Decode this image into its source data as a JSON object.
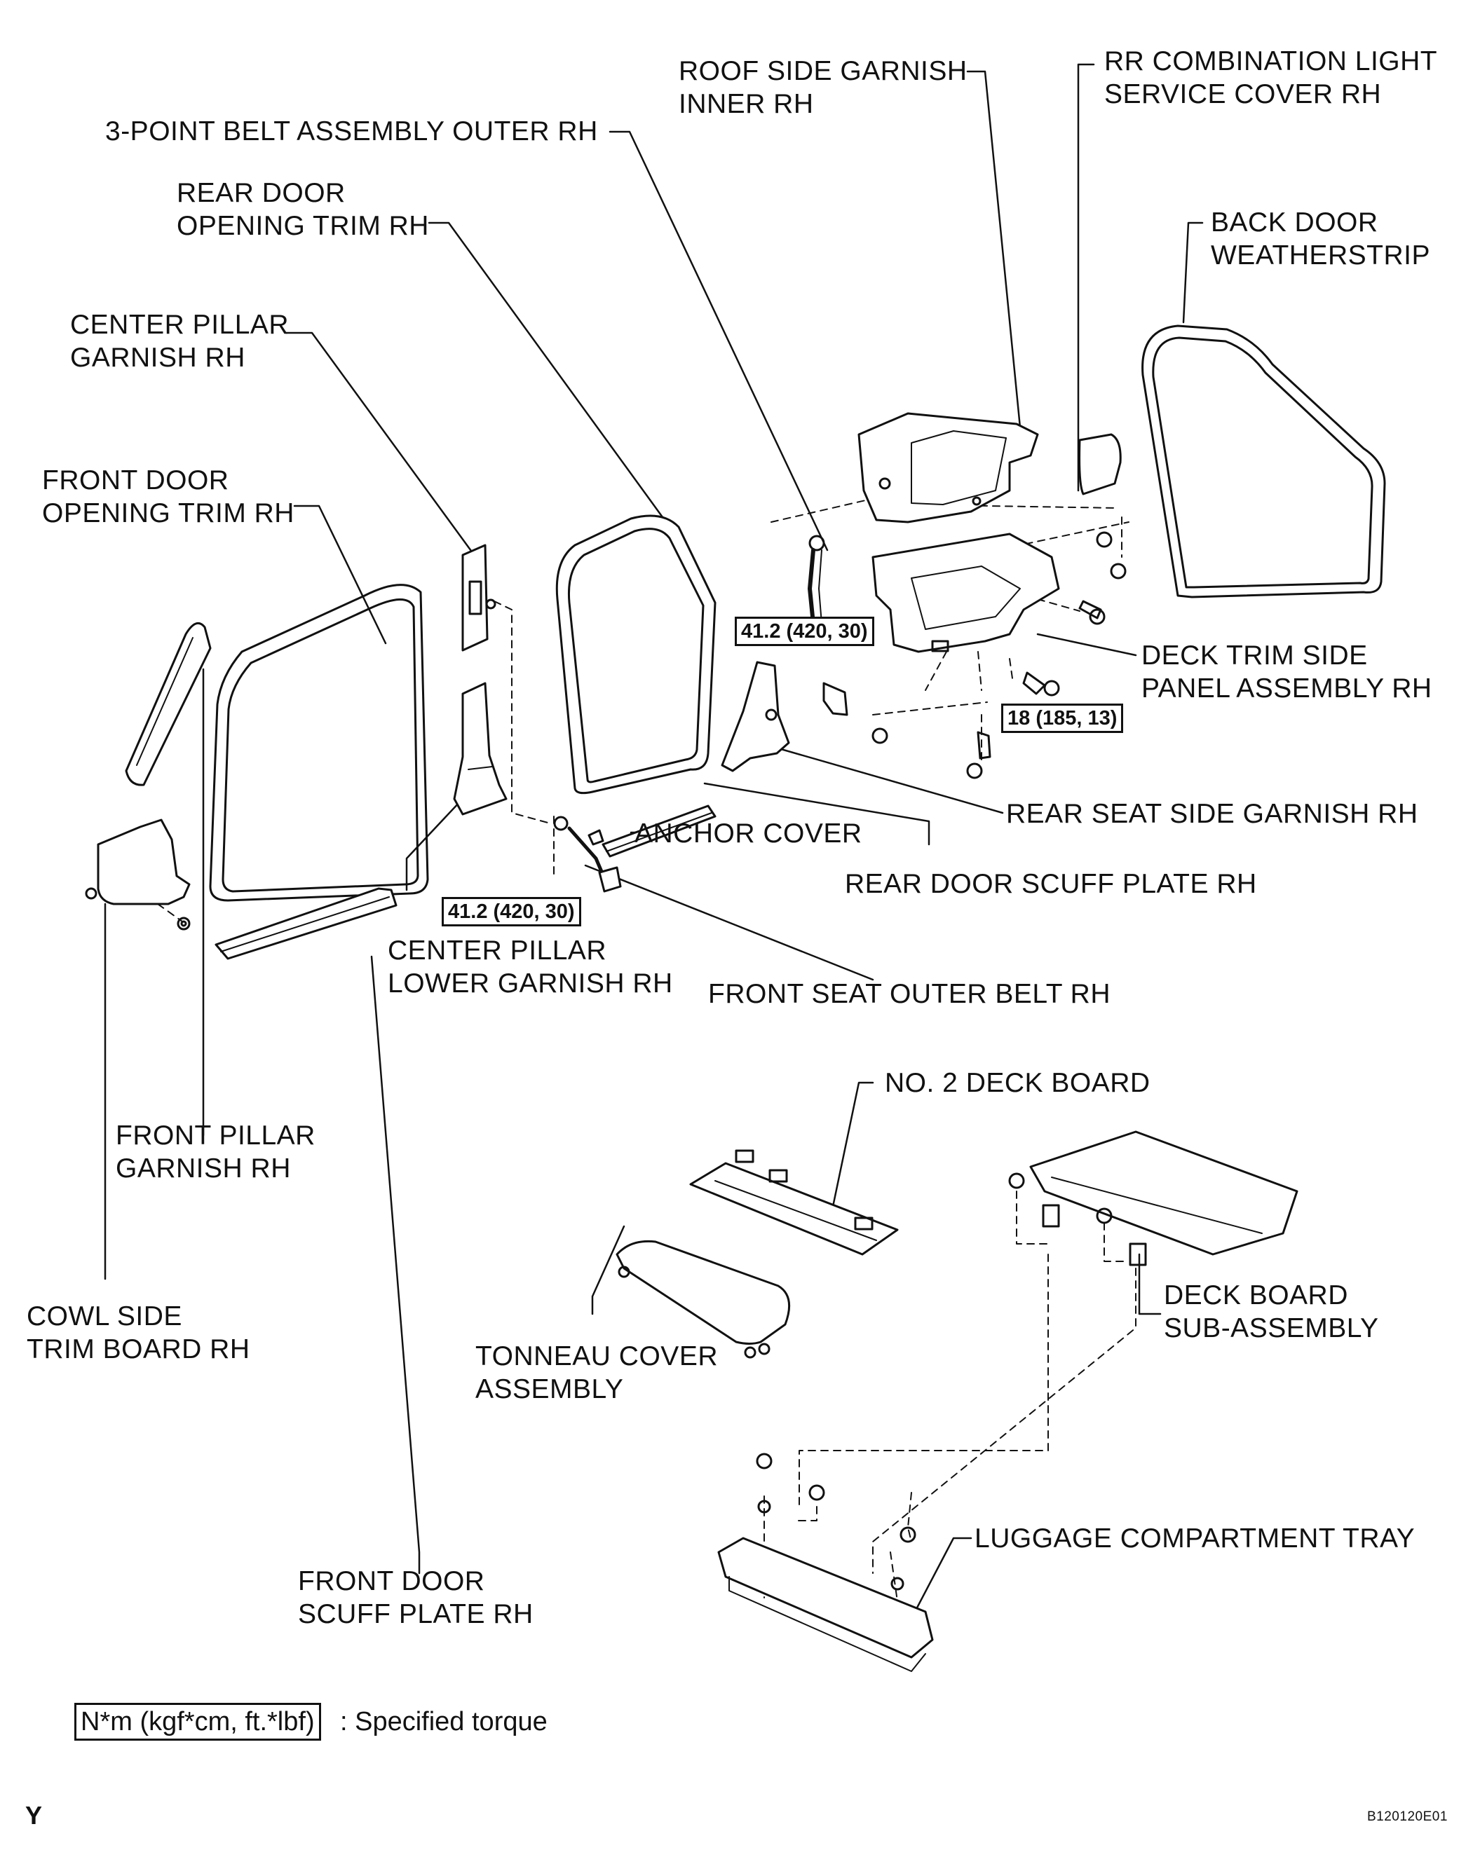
{
  "figure_code": "B120120E01",
  "corner_mark": "Y",
  "legend": {
    "box_text": "N*m (kgf*cm, ft.*lbf)",
    "description": ": Specified torque"
  },
  "torques": {
    "t1": "41.2 (420, 30)",
    "t2": "41.2 (420, 30)",
    "t3": "18 (185, 13)"
  },
  "labels": {
    "roof_side_garnish": "ROOF SIDE GARNISH\nINNER RH",
    "rr_combination_light": "RR COMBINATION LIGHT\nSERVICE COVER RH",
    "three_point_belt": "3-POINT BELT ASSEMBLY OUTER RH",
    "rear_door_opening_trim": "REAR DOOR\nOPENING TRIM RH",
    "back_door_weatherstrip": "BACK DOOR\nWEATHERSTRIP",
    "center_pillar_garnish": "CENTER PILLAR\nGARNISH RH",
    "front_door_opening_trim": "FRONT DOOR\nOPENING TRIM RH",
    "deck_trim_side_panel": "DECK TRIM SIDE\nPANEL ASSEMBLY RH",
    "rear_seat_side_garnish": "REAR SEAT SIDE GARNISH RH",
    "anchor_cover": "ANCHOR COVER",
    "rear_door_scuff_plate": "REAR DOOR SCUFF PLATE RH",
    "center_pillar_lower_garnish": "CENTER PILLAR\nLOWER GARNISH RH",
    "front_seat_outer_belt": "FRONT SEAT OUTER BELT RH",
    "no2_deck_board": "NO. 2 DECK BOARD",
    "front_pillar_garnish": "FRONT PILLAR\nGARNISH RH",
    "deck_board_sub_assembly": "DECK BOARD\nSUB-ASSEMBLY",
    "cowl_side_trim_board": "COWL SIDE\nTRIM BOARD RH",
    "tonneau_cover": "TONNEAU COVER\nASSEMBLY",
    "luggage_compartment_tray": "LUGGAGE COMPARTMENT TRAY",
    "front_door_scuff_plate": "FRONT DOOR\nSCUFF PLATE RH"
  }
}
